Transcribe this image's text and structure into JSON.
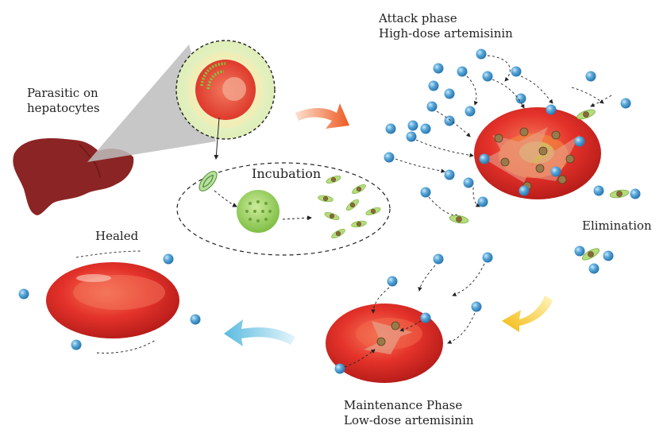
{
  "labels": {
    "parasitic_line1": "Parasitic on",
    "parasitic_line2": "hepatocytes",
    "incubation": "Incubation",
    "attack_line1": "Attack phase",
    "attack_line2": "High-dose artemisinin",
    "elimination": "Elimination",
    "healed": "Healed",
    "maintenance_line1": "Maintenance Phase",
    "maintenance_line2": "Low-dose artemisinin"
  },
  "colors": {
    "liver": "#8b2424",
    "rbc": "#e4322a",
    "drug": "#3a8ec4",
    "parasite": "#a8d66a",
    "arrow_orange": "#ef6a2c",
    "arrow_yellow": "#f3c613",
    "arrow_blue": "#7ccbe6"
  }
}
